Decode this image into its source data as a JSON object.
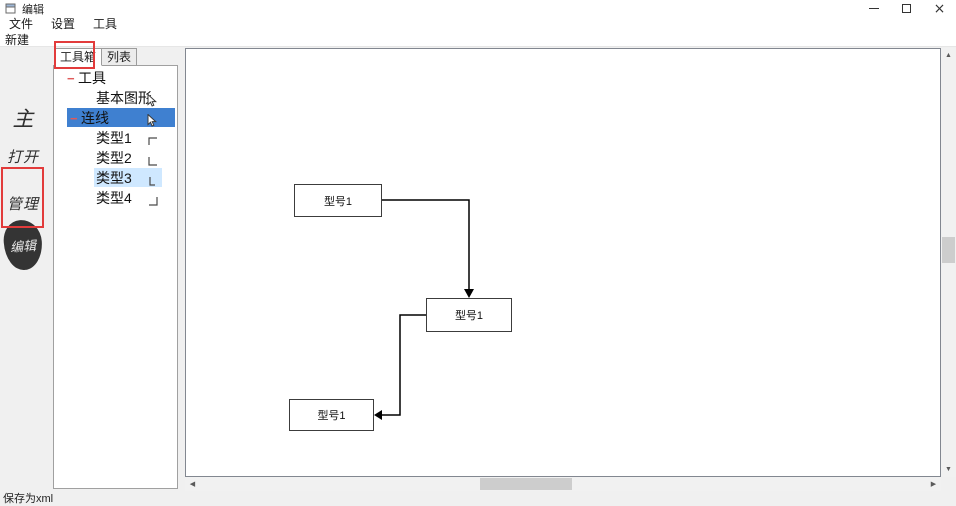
{
  "window": {
    "title": "编辑"
  },
  "menubar": {
    "items": [
      {
        "label": "文件"
      },
      {
        "label": "设置"
      },
      {
        "label": "工具"
      }
    ]
  },
  "toolbar": {
    "new_label": "新建"
  },
  "sidebar": {
    "items": [
      {
        "label": "主"
      },
      {
        "label": "打开"
      },
      {
        "label": "管理"
      },
      {
        "label": "编辑"
      }
    ]
  },
  "toolbox": {
    "expander_glyph": "−",
    "tabs": [
      {
        "label": "工具箱",
        "active": true
      },
      {
        "label": "列表",
        "active": false
      }
    ],
    "tree": {
      "items": [
        {
          "label": "工具",
          "level": 0,
          "expander": "collapse",
          "icon": null,
          "state": "normal"
        },
        {
          "label": "基本图形",
          "level": 1,
          "expander": null,
          "icon": "cursor",
          "state": "normal"
        },
        {
          "label": "连线",
          "level": 1,
          "expander": "collapse",
          "icon": "cursor",
          "state": "selected"
        },
        {
          "label": "类型1",
          "level": 2,
          "expander": null,
          "icon": "elbow-1",
          "state": "normal"
        },
        {
          "label": "类型2",
          "level": 2,
          "expander": null,
          "icon": "elbow-2",
          "state": "normal"
        },
        {
          "label": "类型3",
          "level": 2,
          "expander": null,
          "icon": "elbow-3",
          "state": "highlighted"
        },
        {
          "label": "类型4",
          "level": 2,
          "expander": null,
          "icon": "elbow-4",
          "state": "normal"
        }
      ]
    }
  },
  "canvas": {
    "nodes": [
      {
        "label": "型号1"
      },
      {
        "label": "型号1"
      },
      {
        "label": "型号1"
      }
    ]
  },
  "statusbar": {
    "text": "保存为xml"
  },
  "colors": {
    "tree_selection": "#3f80d0",
    "tree_highlight": "#cfe8ff",
    "annotation_red": "#e23b3b"
  }
}
